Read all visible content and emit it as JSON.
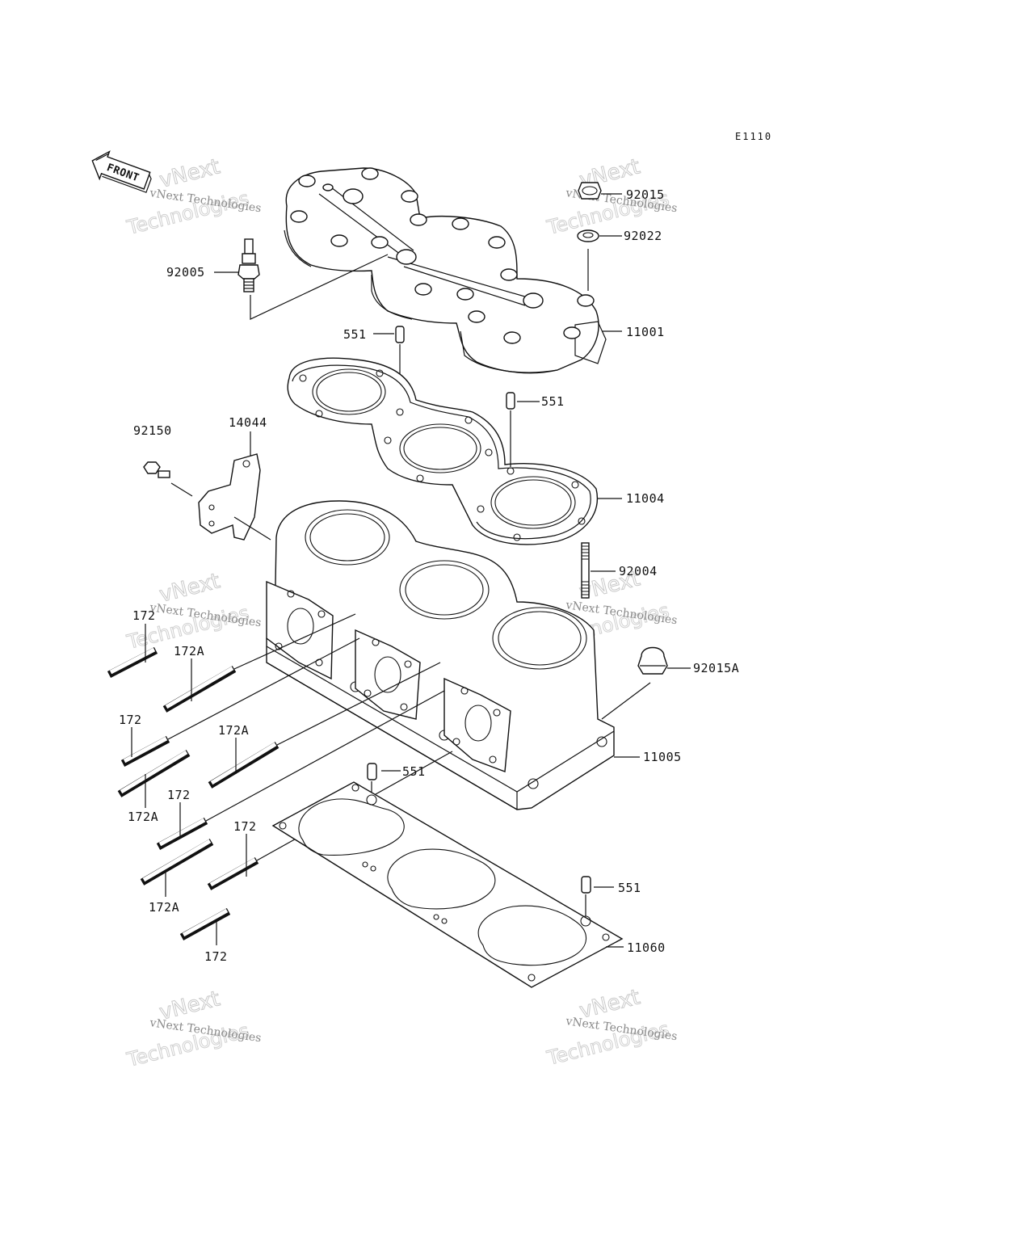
{
  "diagram_code": "E1110",
  "front_label": "FRONT",
  "watermark": {
    "line1": "vNext Technologies",
    "line2": "vNext",
    "line3": "Technologies"
  },
  "callouts": [
    {
      "id": "c-92015",
      "text": "92015"
    },
    {
      "id": "c-92022",
      "text": "92022"
    },
    {
      "id": "c-92005",
      "text": "92005"
    },
    {
      "id": "c-11001",
      "text": "11001"
    },
    {
      "id": "c-551-a",
      "text": "551"
    },
    {
      "id": "c-551-b",
      "text": "551"
    },
    {
      "id": "c-92150",
      "text": "92150"
    },
    {
      "id": "c-14044",
      "text": "14044"
    },
    {
      "id": "c-11004",
      "text": "11004"
    },
    {
      "id": "c-92004",
      "text": "92004"
    },
    {
      "id": "c-172-a",
      "text": "172"
    },
    {
      "id": "c-172A-a",
      "text": "172A"
    },
    {
      "id": "c-92015A",
      "text": "92015A"
    },
    {
      "id": "c-172-b",
      "text": "172"
    },
    {
      "id": "c-172A-b",
      "text": "172A"
    },
    {
      "id": "c-11005",
      "text": "11005"
    },
    {
      "id": "c-551-c",
      "text": "551"
    },
    {
      "id": "c-172A-c",
      "text": "172A"
    },
    {
      "id": "c-172-c",
      "text": "172"
    },
    {
      "id": "c-172-d",
      "text": "172"
    },
    {
      "id": "c-172A-d",
      "text": "172A"
    },
    {
      "id": "c-551-d",
      "text": "551"
    },
    {
      "id": "c-11060",
      "text": "11060"
    },
    {
      "id": "c-172-e",
      "text": "172"
    }
  ]
}
